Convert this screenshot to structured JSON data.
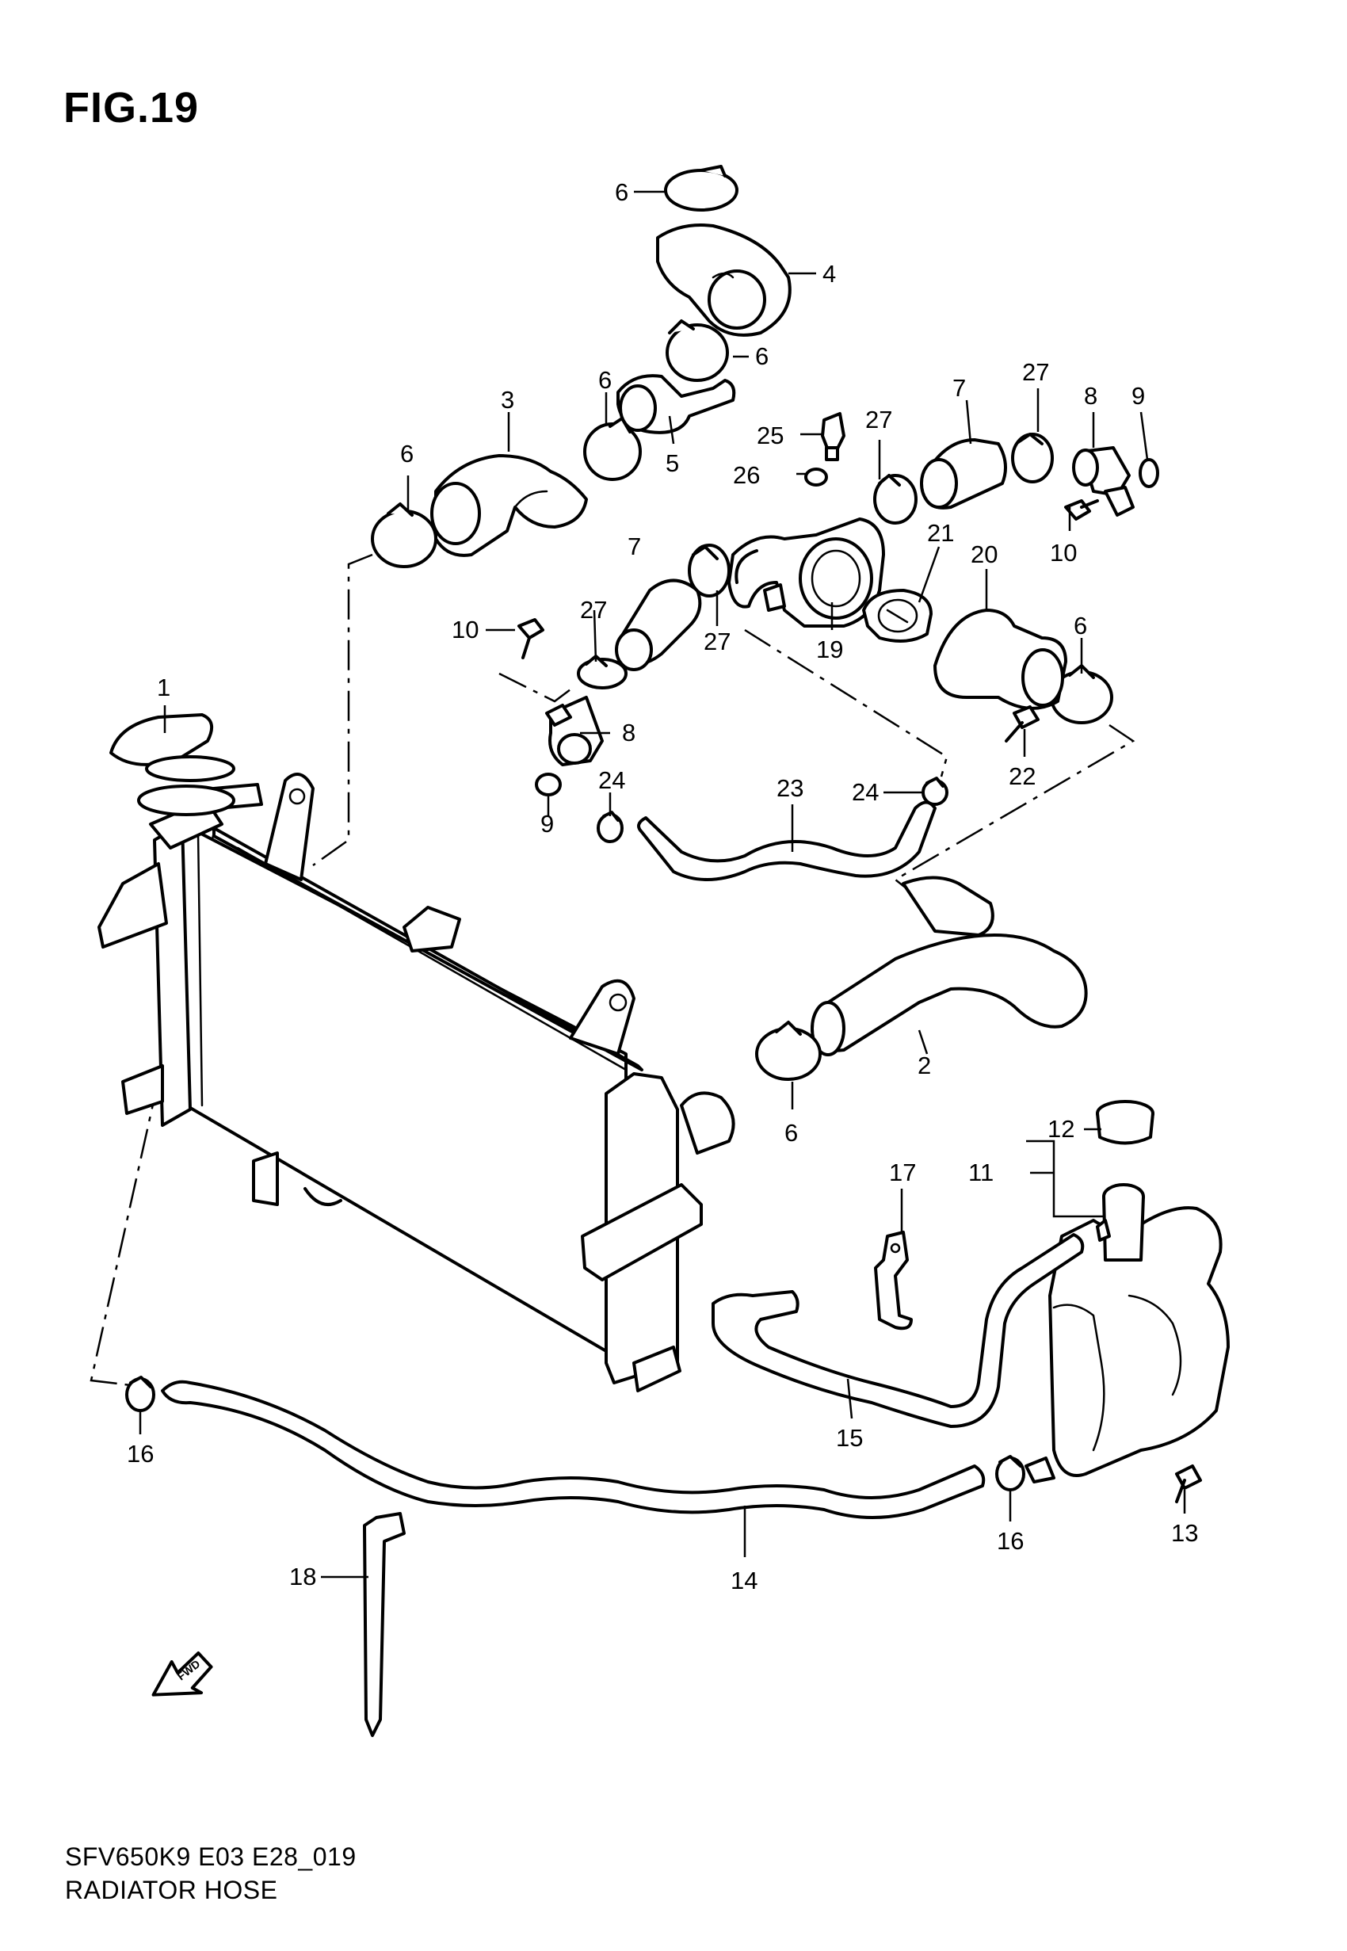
{
  "figure": {
    "title": "FIG.19",
    "code": "SFV650K9 E03 E28_019",
    "name": "RADIATOR HOSE"
  },
  "direction_arrow": {
    "label": "FWD"
  },
  "callouts": [
    {
      "id": "c1",
      "label": "1"
    },
    {
      "id": "c2",
      "label": "2"
    },
    {
      "id": "c3",
      "label": "3"
    },
    {
      "id": "c4",
      "label": "4"
    },
    {
      "id": "c5",
      "label": "5"
    },
    {
      "id": "c6a",
      "label": "6"
    },
    {
      "id": "c6b",
      "label": "6"
    },
    {
      "id": "c6c",
      "label": "6"
    },
    {
      "id": "c6d",
      "label": "6"
    },
    {
      "id": "c6e",
      "label": "6"
    },
    {
      "id": "c6f",
      "label": "6"
    },
    {
      "id": "c7a",
      "label": "7"
    },
    {
      "id": "c7b",
      "label": "7"
    },
    {
      "id": "c8a",
      "label": "8"
    },
    {
      "id": "c8b",
      "label": "8"
    },
    {
      "id": "c9a",
      "label": "9"
    },
    {
      "id": "c9b",
      "label": "9"
    },
    {
      "id": "c10a",
      "label": "10"
    },
    {
      "id": "c10b",
      "label": "10"
    },
    {
      "id": "c11",
      "label": "11"
    },
    {
      "id": "c12",
      "label": "12"
    },
    {
      "id": "c13",
      "label": "13"
    },
    {
      "id": "c14",
      "label": "14"
    },
    {
      "id": "c15",
      "label": "15"
    },
    {
      "id": "c16a",
      "label": "16"
    },
    {
      "id": "c16b",
      "label": "16"
    },
    {
      "id": "c17",
      "label": "17"
    },
    {
      "id": "c18",
      "label": "18"
    },
    {
      "id": "c19",
      "label": "19"
    },
    {
      "id": "c20",
      "label": "20"
    },
    {
      "id": "c21",
      "label": "21"
    },
    {
      "id": "c22",
      "label": "22"
    },
    {
      "id": "c23",
      "label": "23"
    },
    {
      "id": "c24a",
      "label": "24"
    },
    {
      "id": "c24b",
      "label": "24"
    },
    {
      "id": "c25",
      "label": "25"
    },
    {
      "id": "c26",
      "label": "26"
    },
    {
      "id": "c27a",
      "label": "27"
    },
    {
      "id": "c27b",
      "label": "27"
    },
    {
      "id": "c27c",
      "label": "27"
    },
    {
      "id": "c27d",
      "label": "27"
    }
  ]
}
